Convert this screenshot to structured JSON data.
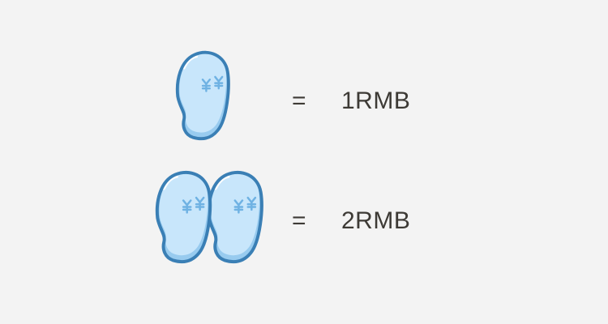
{
  "rows": [
    {
      "count": 1,
      "equals": "=",
      "value": "1RMB"
    },
    {
      "count": 2,
      "equals": "=",
      "value": "2RMB"
    }
  ],
  "colors": {
    "background": "#f3f3f3",
    "bean_fill": "#c8e6fb",
    "bean_shade": "#98cbef",
    "bean_outline": "#3a7fb5",
    "bean_highlight": "#ffffff",
    "yen_mark": "#6fb2e3",
    "text": "#3d3a35"
  },
  "icons": {
    "bean": "yen-bean-icon",
    "yen_symbol": "yen-symbol-icon"
  }
}
